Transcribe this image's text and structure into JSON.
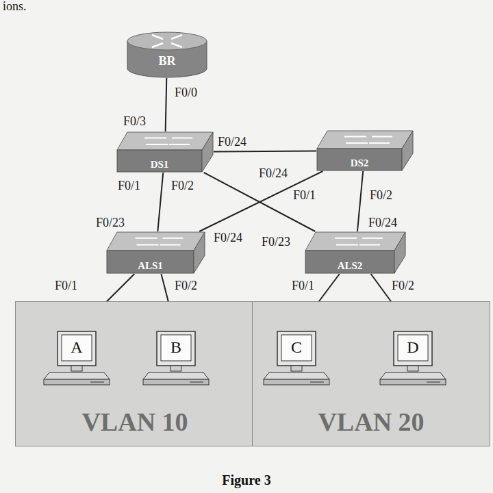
{
  "diagram": {
    "caption": "Figure 3",
    "nodes": [
      {
        "text": [
          "BR"
        ]
      },
      {
        "text": [
          "DS1"
        ]
      },
      {
        "text": [
          "DS2"
        ]
      },
      {
        "text": [
          "ALS1"
        ]
      },
      {
        "text": [
          "ALS2"
        ]
      },
      {
        "text": [
          "VLAN 10"
        ]
      },
      {
        "text": [
          "A"
        ],
        "in": 5
      },
      {
        "text": [
          "B"
        ],
        "in": 5
      },
      {
        "text": [
          "VLAN 20"
        ]
      },
      {
        "text": [
          "C"
        ],
        "in": 8
      },
      {
        "text": [
          "D"
        ],
        "in": 8
      }
    ],
    "edges": [
      {
        "from": 0,
        "to": 1,
        "arrow": "none"
      },
      {
        "from": 1,
        "to": 2,
        "arrow": "none"
      },
      {
        "from": 1,
        "to": 3,
        "arrow": "none"
      },
      {
        "from": 1,
        "to": 4,
        "arrow": "none"
      },
      {
        "from": 2,
        "to": 3,
        "arrow": "none"
      },
      {
        "from": 2,
        "to": 4,
        "arrow": "none"
      },
      {
        "from": 3,
        "to": 6,
        "arrow": "none"
      },
      {
        "from": 3,
        "to": 7,
        "arrow": "none"
      },
      {
        "from": 4,
        "to": 9,
        "arrow": "none"
      },
      {
        "from": 4,
        "to": 10,
        "arrow": "none"
      }
    ],
    "labels": [
      "ions.",
      "F0/0",
      "F0/3",
      "F0/24",
      "F0/24",
      "F0/1",
      "F0/2",
      "F0/1",
      "F0/2",
      "F0/23",
      "F0/24",
      "F0/24",
      "F0/23",
      "F0/1",
      "F0/2",
      "F0/1",
      "F0/2"
    ]
  }
}
